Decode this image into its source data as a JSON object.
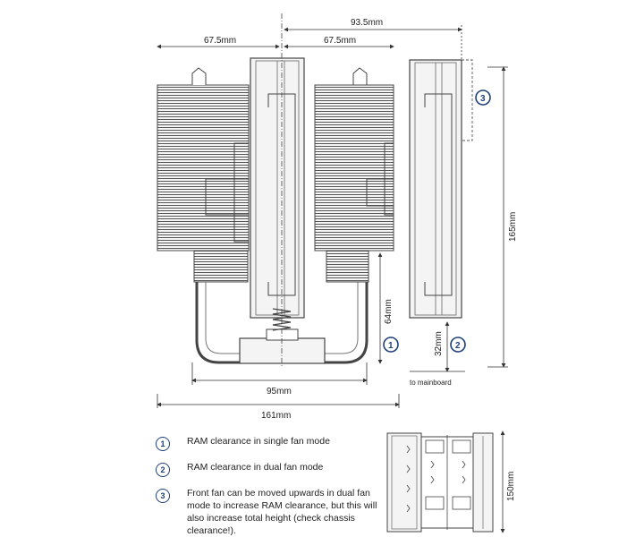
{
  "dimensions": {
    "top_left_width": "67.5mm",
    "top_right_width": "67.5mm",
    "fan_offset": "93.5mm",
    "total_height": "165mm",
    "base_span": "95mm",
    "total_width": "161mm",
    "ram_single": "64mm",
    "ram_dual": "32mm",
    "mainboard_label": "to mainboard",
    "bottom_height": "150mm"
  },
  "legend": [
    {
      "number": "1",
      "text": "RAM clearance in single fan mode"
    },
    {
      "number": "2",
      "text": "RAM clearance in dual fan mode"
    },
    {
      "number": "3",
      "text": "Front fan can be moved upwards in dual fan mode to increase RAM clearance, but this will also increase total height (check chassis clearance!)."
    }
  ],
  "colors": {
    "badge": "#1f3f7a",
    "line": "#333333",
    "fill": "#eeeeee"
  }
}
